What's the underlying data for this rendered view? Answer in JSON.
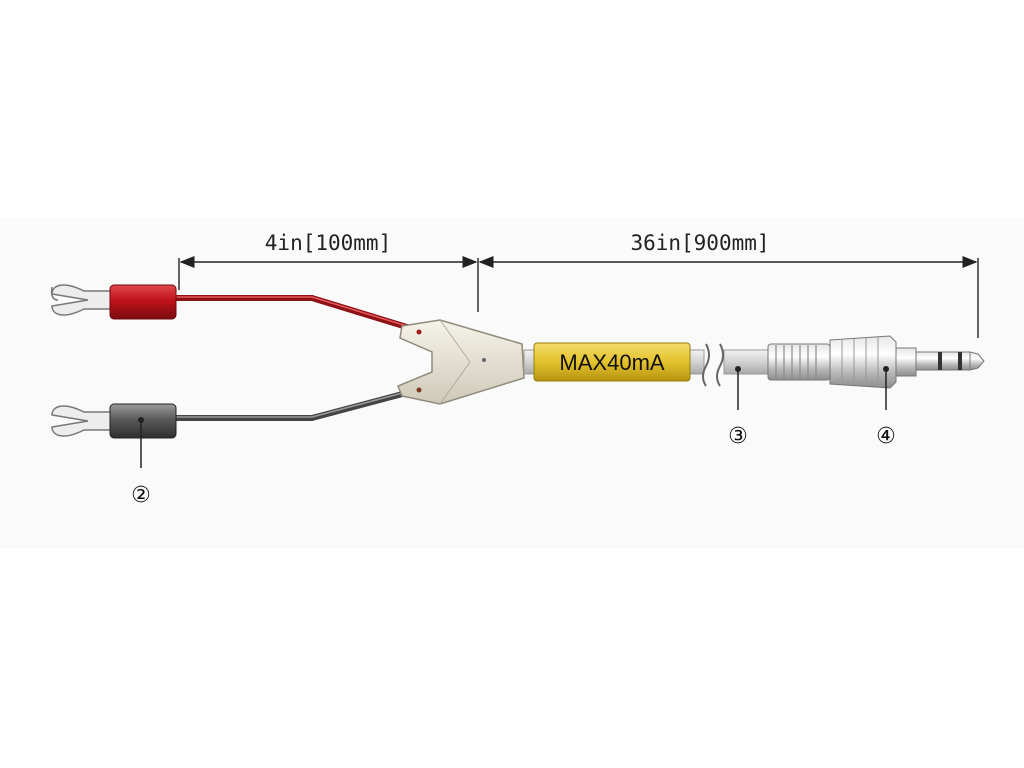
{
  "dimensions": {
    "short": "4in[100mm]",
    "long": "36in[900mm]"
  },
  "cable_label": "MAX40mA",
  "callouts": {
    "c2": "②",
    "c3": "③",
    "c4": "④"
  },
  "colors": {
    "red_sleeve": "#c0121a",
    "grey_sleeve": "#555555",
    "label_band": "#e3c22c",
    "splitter": "#e8e4d8",
    "cable": "#d7d7d7"
  }
}
